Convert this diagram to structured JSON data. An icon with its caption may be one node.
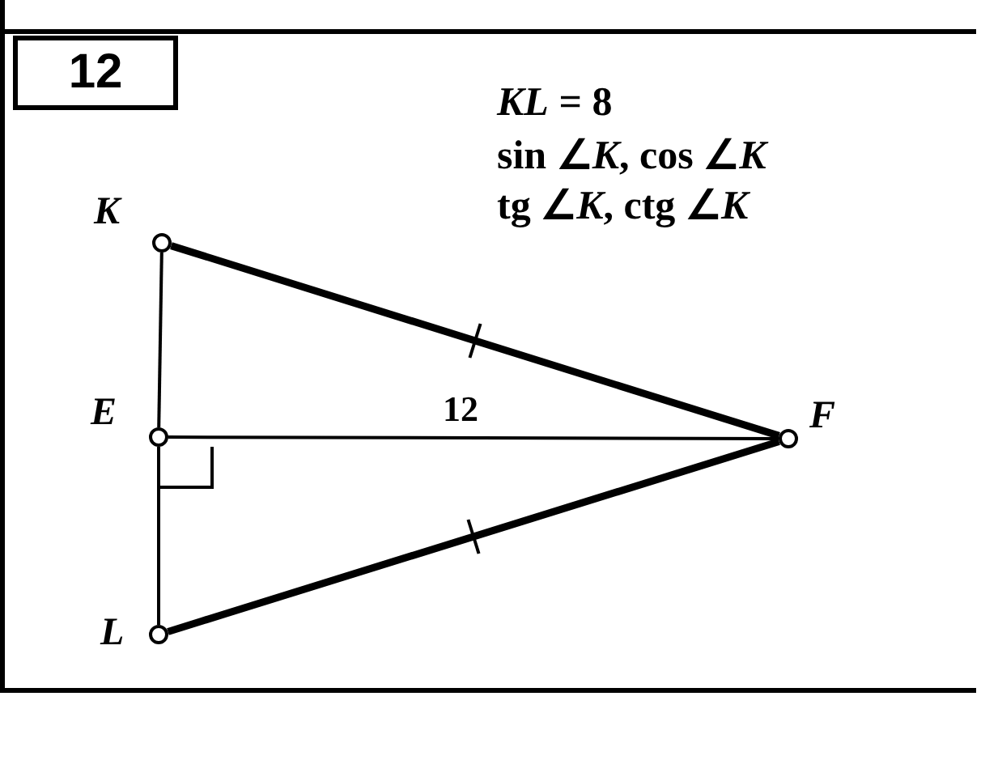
{
  "diagram": {
    "nodes": [
      {
        "text": [
          "12"
        ]
      },
      {
        "text": [],
        "shape": "circle",
        "beside": [
          "K"
        ]
      },
      {
        "text": [],
        "shape": "circle",
        "beside": [
          "E"
        ]
      },
      {
        "text": [],
        "shape": "circle",
        "beside": [
          "L"
        ]
      },
      {
        "text": [],
        "shape": "circle",
        "beside": [
          "F"
        ]
      }
    ],
    "edges": [
      {
        "from": 1,
        "to": 2,
        "arrow": "none"
      },
      {
        "from": 2,
        "to": 3,
        "arrow": "none"
      },
      {
        "from": 1,
        "to": 4,
        "arrow": "none",
        "style": "thick"
      },
      {
        "from": 2,
        "to": 4,
        "arrow": "none",
        "label": "12"
      },
      {
        "from": 3,
        "to": 4,
        "arrow": "none",
        "style": "thick"
      }
    ],
    "labels": [
      "*KL* = 8",
      "sin ∠*K*, cos ∠*K*",
      "tg ∠*K*, ctg ∠*K*"
    ]
  }
}
